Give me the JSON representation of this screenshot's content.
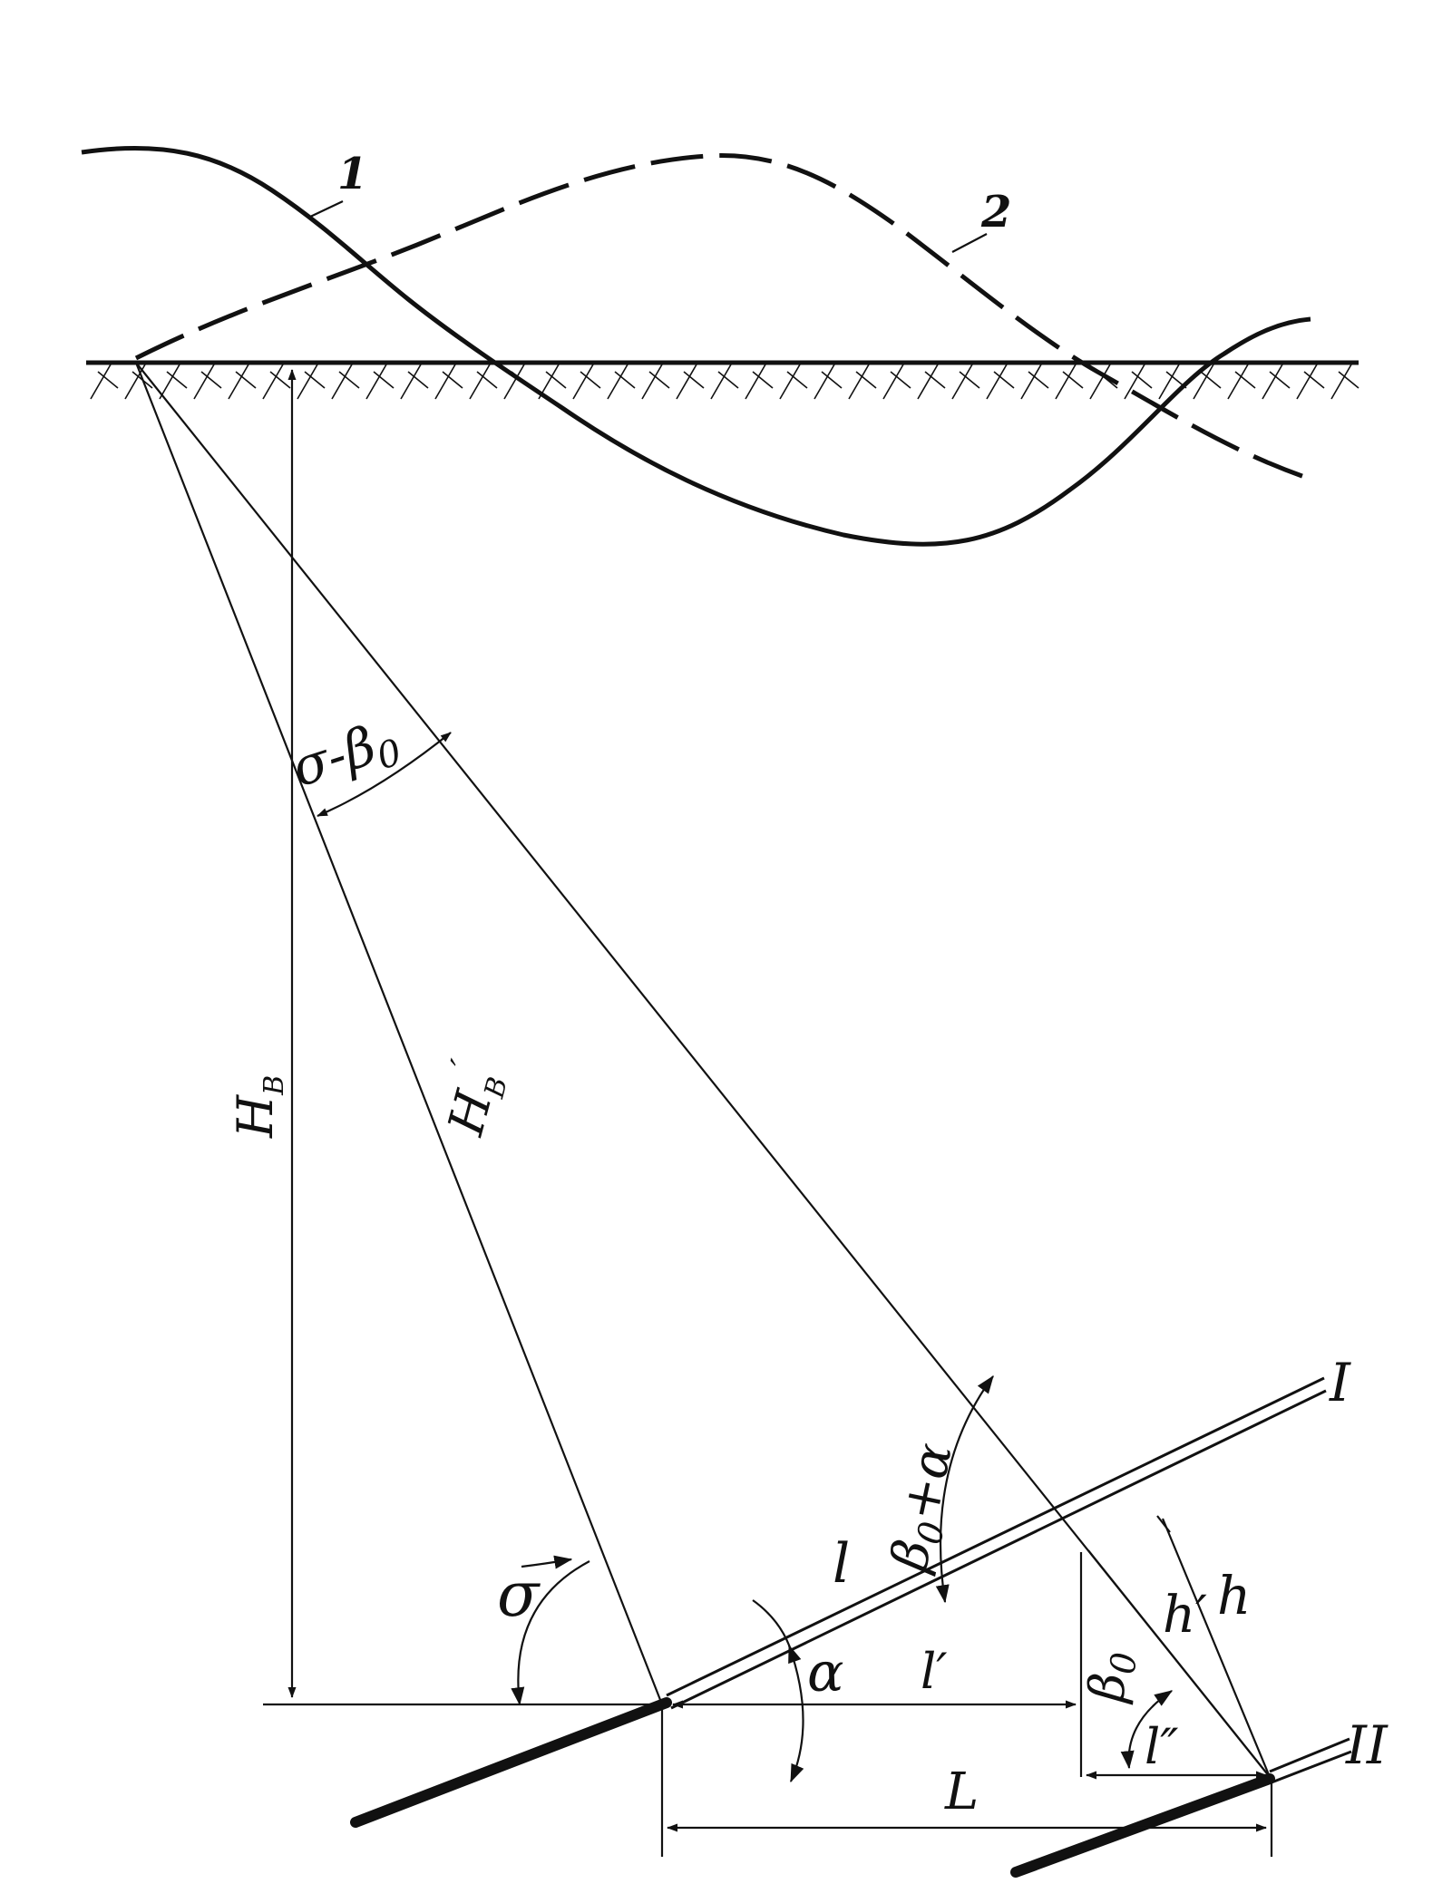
{
  "labels": {
    "curve_1": "1",
    "curve_2": "2",
    "angle_sigma_minus_beta0": "σ-β",
    "angle_sigma_minus_beta0_sub": "0",
    "h_b": "H",
    "h_b_sub": "B",
    "h_b_prime": "H",
    "h_b_prime_sub": "B",
    "h_b_prime_mark": "′",
    "sigma": "σ",
    "l": "l",
    "beta0_plus_alpha": "β",
    "beta0_plus_alpha_sub": "0",
    "beta0_plus_alpha_tail": "+α",
    "alpha": "α",
    "l_prime": "l′",
    "beta0": "β",
    "beta0_sub": "0",
    "l_double_prime": "l″",
    "h_prime": "h′",
    "h": "h",
    "seam_1": "I",
    "seam_2": "II",
    "L": "L"
  }
}
